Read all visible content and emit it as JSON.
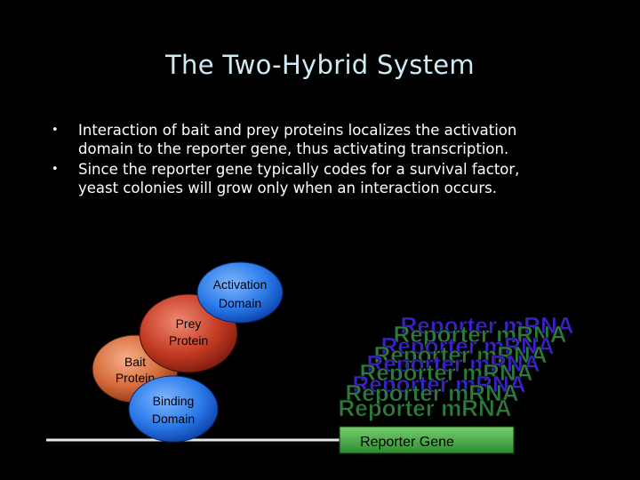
{
  "slide": {
    "title": "The Two-Hybrid System",
    "bullets": [
      {
        "line1": "Interaction of bait and prey proteins localizes the activation",
        "line2": "domain to the reporter gene, thus activating transcription."
      },
      {
        "line1": "Since the reporter gene typically codes for a survival factor,",
        "line2": "yeast colonies will grow only when an interaction occurs."
      }
    ]
  },
  "diagram": {
    "activation_domain": {
      "line1": "Activation",
      "line2": "Domain",
      "color": "#1565d8"
    },
    "prey_protein": {
      "line1": "Prey",
      "line2": "Protein",
      "color": "#b3311e"
    },
    "bait_protein": {
      "line1": "Bait",
      "line2": "Protein",
      "color": "#c2562d"
    },
    "binding_domain": {
      "line1": "Binding",
      "line2": "Domain",
      "color": "#1565d8"
    },
    "reporter_mrna": {
      "label": "Reporter mRNA",
      "copies": 5,
      "color": "#3b22c8",
      "front_color": "#2c7a3c"
    },
    "reporter_gene": {
      "label": "Reporter Gene",
      "color": "#3a9a3c"
    }
  }
}
